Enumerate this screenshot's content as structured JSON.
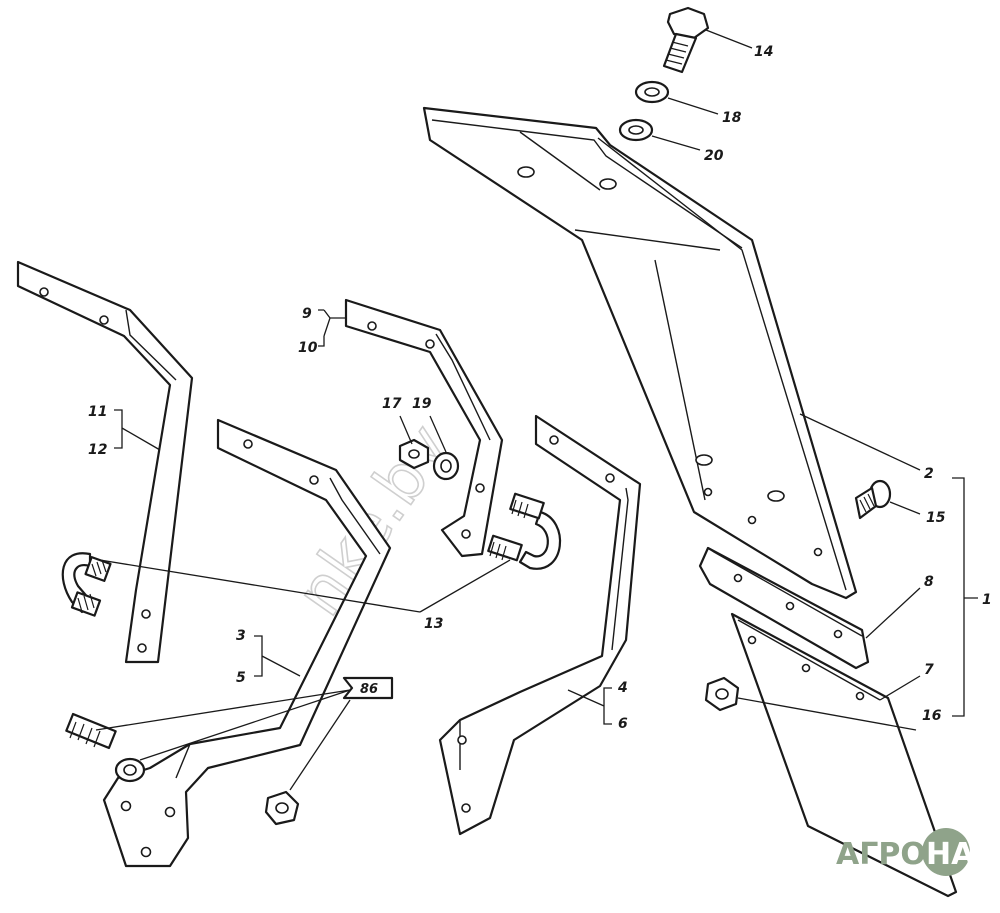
{
  "callouts": {
    "c14": "14",
    "c18": "18",
    "c20": "20",
    "c9": "9",
    "c10": "10",
    "c11": "11",
    "c12": "12",
    "c17": "17",
    "c19": "19",
    "c13": "13",
    "c2": "2",
    "c15": "15",
    "c1": "1",
    "c8": "8",
    "c7": "7",
    "c16": "16",
    "c3": "3",
    "c5": "5",
    "c4": "4",
    "c6": "6"
  },
  "reference_box": "86",
  "watermark": "nke.by",
  "logo": {
    "part1": "АГРО",
    "part2": "НА"
  },
  "colors": {
    "ink": "#1a1a1a",
    "watermark": "#cfcfcf",
    "logo": "#8fa38a"
  }
}
